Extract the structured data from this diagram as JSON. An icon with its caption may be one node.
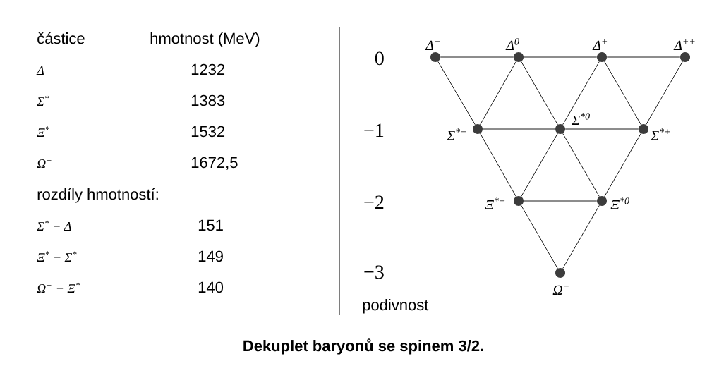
{
  "diagram": {
    "caption": "Dekuplet baryonů se spinem 3/2.",
    "nodes": [
      {
        "text": [
          "Δ$^{−}$"
        ]
      },
      {
        "text": [
          "Δ$^{0}$"
        ]
      },
      {
        "text": [
          "Δ$^{+}$"
        ]
      },
      {
        "text": [
          "Δ$^{++}$"
        ]
      },
      {
        "text": [
          "Σ$^{*−}$"
        ]
      },
      {
        "text": [
          "Σ$^{*0}$"
        ]
      },
      {
        "text": [
          "Σ$^{*+}$"
        ]
      },
      {
        "text": [
          "Ξ$^{*−}$"
        ]
      },
      {
        "text": [
          "Ξ$^{*0}$"
        ]
      },
      {
        "text": [
          "Ω$^{−}$"
        ]
      }
    ],
    "edges": [
      {
        "from": 0,
        "to": 1,
        "arrow": "none"
      },
      {
        "from": 1,
        "to": 2,
        "arrow": "none"
      },
      {
        "from": 2,
        "to": 3,
        "arrow": "none"
      },
      {
        "from": 0,
        "to": 4,
        "arrow": "none"
      },
      {
        "from": 1,
        "to": 4,
        "arrow": "none"
      },
      {
        "from": 1,
        "to": 5,
        "arrow": "none"
      },
      {
        "from": 2,
        "to": 5,
        "arrow": "none"
      },
      {
        "from": 2,
        "to": 6,
        "arrow": "none"
      },
      {
        "from": 3,
        "to": 6,
        "arrow": "none"
      },
      {
        "from": 4,
        "to": 5,
        "arrow": "none"
      },
      {
        "from": 5,
        "to": 6,
        "arrow": "none"
      },
      {
        "from": 4,
        "to": 7,
        "arrow": "none"
      },
      {
        "from": 5,
        "to": 7,
        "arrow": "none"
      },
      {
        "from": 5,
        "to": 8,
        "arrow": "none"
      },
      {
        "from": 6,
        "to": 8,
        "arrow": "none"
      },
      {
        "from": 7,
        "to": 8,
        "arrow": "none"
      },
      {
        "from": 7,
        "to": 9,
        "arrow": "none"
      },
      {
        "from": 8,
        "to": 9,
        "arrow": "none"
      }
    ],
    "labels": [
      "částice",
      "hmotnost (MeV)",
      "Δ",
      "1232",
      "Σ$^{*}$",
      "1383",
      "Ξ$^{*}$",
      "1532",
      "Ω$^{−}$",
      "1672,5",
      "rozdíly hmotností:",
      "Σ$^{*}$ − Δ",
      "151",
      "Ξ$^{*}$ − Σ$^{*}$",
      "149",
      "Ω$^{−}$ − Ξ$^{*}$",
      "140",
      "0",
      "−1",
      "−2",
      "−3",
      "podivnost"
    ]
  }
}
